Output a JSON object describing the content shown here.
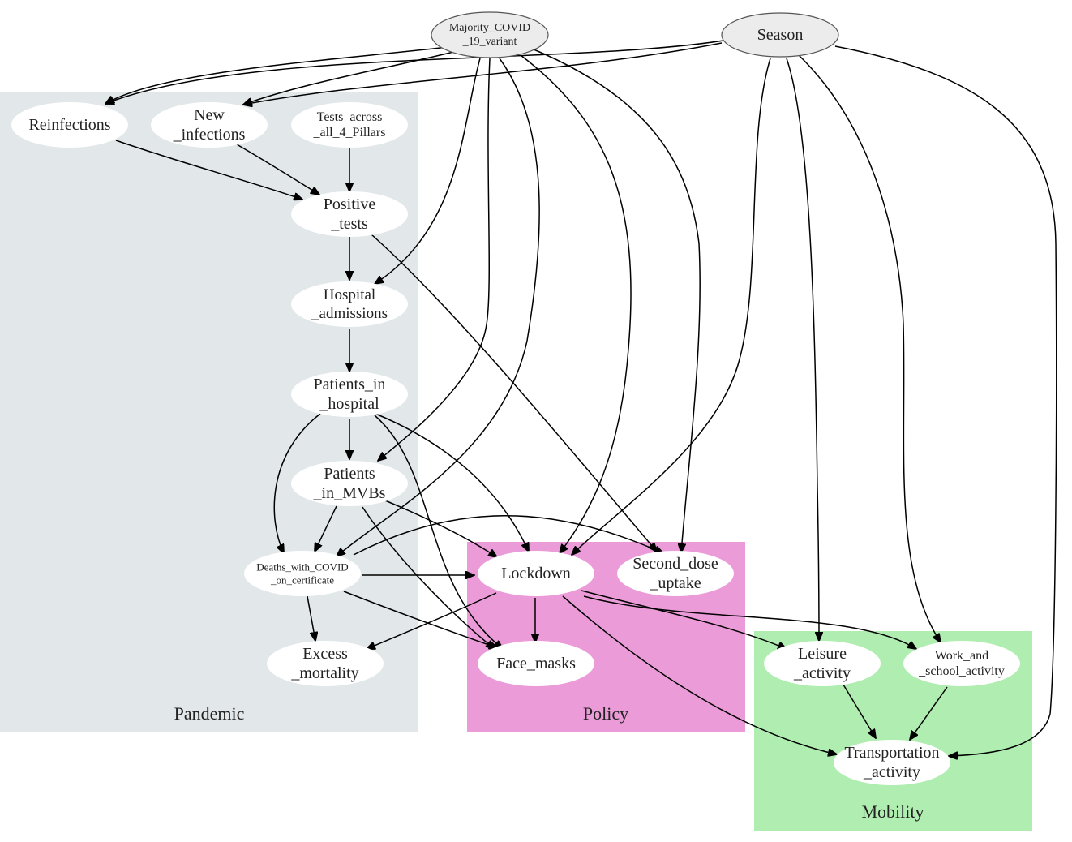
{
  "colors": {
    "pandemic_cluster": "#e2e7ea",
    "policy_cluster": "#ea9bd8",
    "mobility_cluster": "#b0edb1",
    "node_fill": "#ffffff",
    "root_fill": "#ececec",
    "root_stroke": "#555555",
    "edge": "#000000"
  },
  "clusters": {
    "pandemic": {
      "label": "Pandemic"
    },
    "policy": {
      "label": "Policy"
    },
    "mobility": {
      "label": "Mobility"
    }
  },
  "nodes": {
    "majority_variant": {
      "lines": [
        "Majority_COVID",
        "_19_variant"
      ]
    },
    "season": {
      "lines": [
        "Season"
      ]
    },
    "reinfections": {
      "lines": [
        "Reinfections"
      ]
    },
    "new_infections": {
      "lines": [
        "New",
        "_infections"
      ]
    },
    "tests_across": {
      "lines": [
        "Tests_across",
        "_all_4_Pillars"
      ]
    },
    "positive_tests": {
      "lines": [
        "Positive",
        "_tests"
      ]
    },
    "hospital_admissions": {
      "lines": [
        "Hospital",
        "_admissions"
      ]
    },
    "patients_in_hospital": {
      "lines": [
        "Patients_in",
        "_hospital"
      ]
    },
    "patients_in_mvbs": {
      "lines": [
        "Patients",
        "_in_MVBs"
      ]
    },
    "deaths_with_covid": {
      "lines": [
        "Deaths_with_COVID",
        "_on_certificate"
      ]
    },
    "excess_mortality": {
      "lines": [
        "Excess",
        "_mortality"
      ]
    },
    "lockdown": {
      "lines": [
        "Lockdown"
      ]
    },
    "second_dose": {
      "lines": [
        "Second_dose",
        "_uptake"
      ]
    },
    "face_masks": {
      "lines": [
        "Face_masks"
      ]
    },
    "leisure_activity": {
      "lines": [
        "Leisure",
        "_activity"
      ]
    },
    "work_school": {
      "lines": [
        "Work_and",
        "_school_activity"
      ]
    },
    "transportation": {
      "lines": [
        "Transportation",
        "_activity"
      ]
    }
  }
}
